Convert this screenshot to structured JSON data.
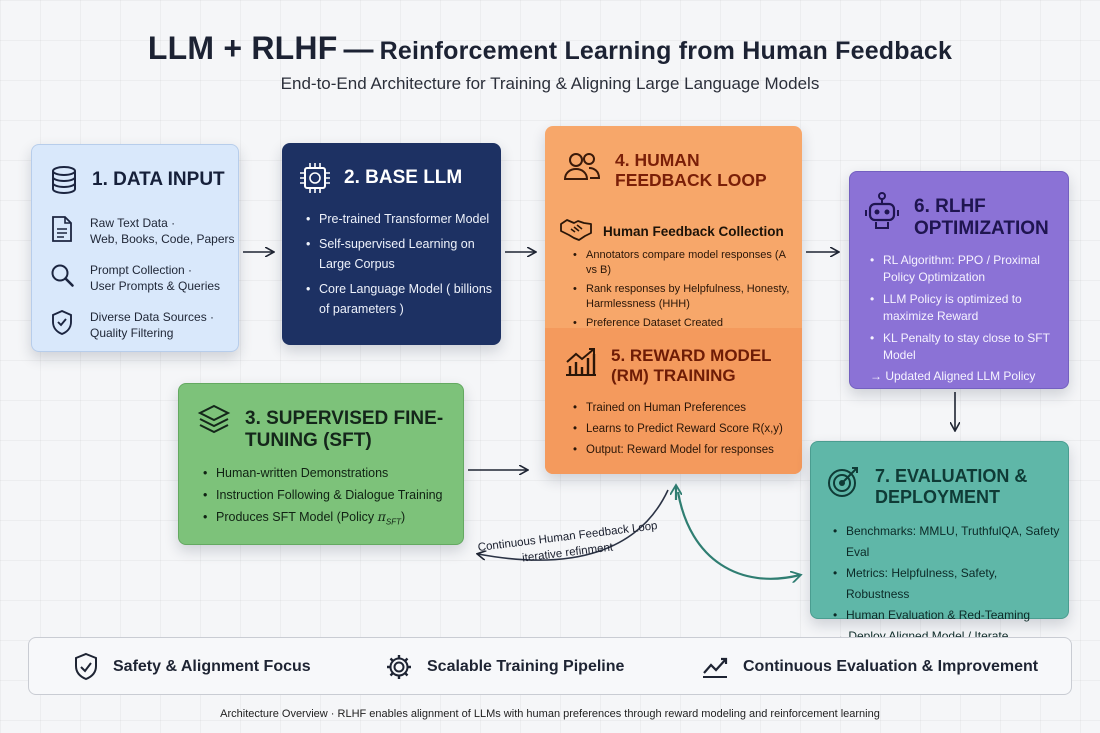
{
  "header": {
    "title_main": "LLM + RLHF",
    "title_dash": "—",
    "title_rest": "Reinforcement Learning from Human Feedback",
    "subtitle": "End-to-End Architecture for Training & Aligning Large Language Models"
  },
  "data_input": {
    "title": "1. DATA INPUT",
    "icon": "database-icon",
    "items": [
      {
        "icon": "document-icon",
        "line1": "Raw Text Data ·",
        "line2": "Web, Books, Code, Papers"
      },
      {
        "icon": "magnifier-icon",
        "line1": "Prompt Collection ·",
        "line2": "User Prompts & Queries"
      },
      {
        "icon": "shield-check-icon",
        "line1": "Diverse Data Sources ·",
        "line2": "Quality Filtering"
      }
    ]
  },
  "base_llm": {
    "title": "2. BASE LLM",
    "icon": "chip-icon",
    "bullets": [
      "Pre-trained Transformer Model",
      "Self-supervised Learning on Large Corpus",
      "Core Language Model ( billions of parameters )"
    ]
  },
  "sft": {
    "title": "3. SUPERVISED FINE-TUNING (SFT)",
    "icon": "layers-icon",
    "bullets": [
      "Human-written Demonstrations",
      "Instruction Following & Dialogue Training"
    ],
    "produces_text": "Produces SFT Model (Policy ",
    "policy_symbol": "π",
    "policy_subscript": "SFT",
    "produces_close": ")"
  },
  "human_feedback": {
    "title": "4. HUMAN FEEDBACK LOOP",
    "icon": "users-icon",
    "collection_title": "Human Feedback Collection",
    "collection_icon": "handshake-icon",
    "bullets": [
      "Annotators compare model responses (A vs B)",
      "Rank responses by Helpfulness, Honesty, Harmlessness (HHH)",
      "Preference Dataset Created"
    ]
  },
  "reward_model": {
    "title": "5. REWARD MODEL (RM) TRAINING",
    "icon": "chart-growth-icon",
    "bullets": [
      "Trained on Human Preferences",
      "Learns to Predict Reward Score R(x,y)",
      "Output: Reward Model for responses"
    ]
  },
  "rlhf_opt": {
    "title": "6. RLHF OPTIMIZATION",
    "icon": "robot-icon",
    "bullets": [
      "RL Algorithm: PPO / Proximal Policy Optimization",
      "LLM Policy is optimized to maximize Reward",
      "KL Penalty to stay close to SFT Model"
    ],
    "result": "→ Updated Aligned LLM Policy"
  },
  "evaluation": {
    "title": "7. EVALUATION & DEPLOYMENT",
    "icon": "target-icon",
    "bullets": [
      "Benchmarks: MMLU, TruthfulQA, Safety Eval",
      "Metrics: Helpfulness, Safety, Robustness",
      "Human Evaluation & Red-Teaming"
    ],
    "result": "→ Deploy Aligned Model / Iterate"
  },
  "loop_label": {
    "line1": "Continuous Human Feedback Loop",
    "line2": "iterative refinment"
  },
  "features": [
    {
      "icon": "shield-check-icon",
      "label": "Safety & Alignment Focus"
    },
    {
      "icon": "gear-icon",
      "label": "Scalable Training Pipeline"
    },
    {
      "icon": "trend-line-icon",
      "label": "Continuous Evaluation & Improvement"
    }
  ],
  "footer": "Architecture Overview  ·  RLHF enables alignment of LLMs with human preferences through reward modeling and reinforcement learning",
  "colors": {
    "data_input_bg": "#d9e8fb",
    "base_llm_bg": "#1d3163",
    "sft_bg": "#7dc27a",
    "feedback_bg": "#f7a76a",
    "reward_bg": "#f49a5d",
    "rlhf_bg": "#8b72d6",
    "evaluation_bg": "#5fb7a8"
  }
}
